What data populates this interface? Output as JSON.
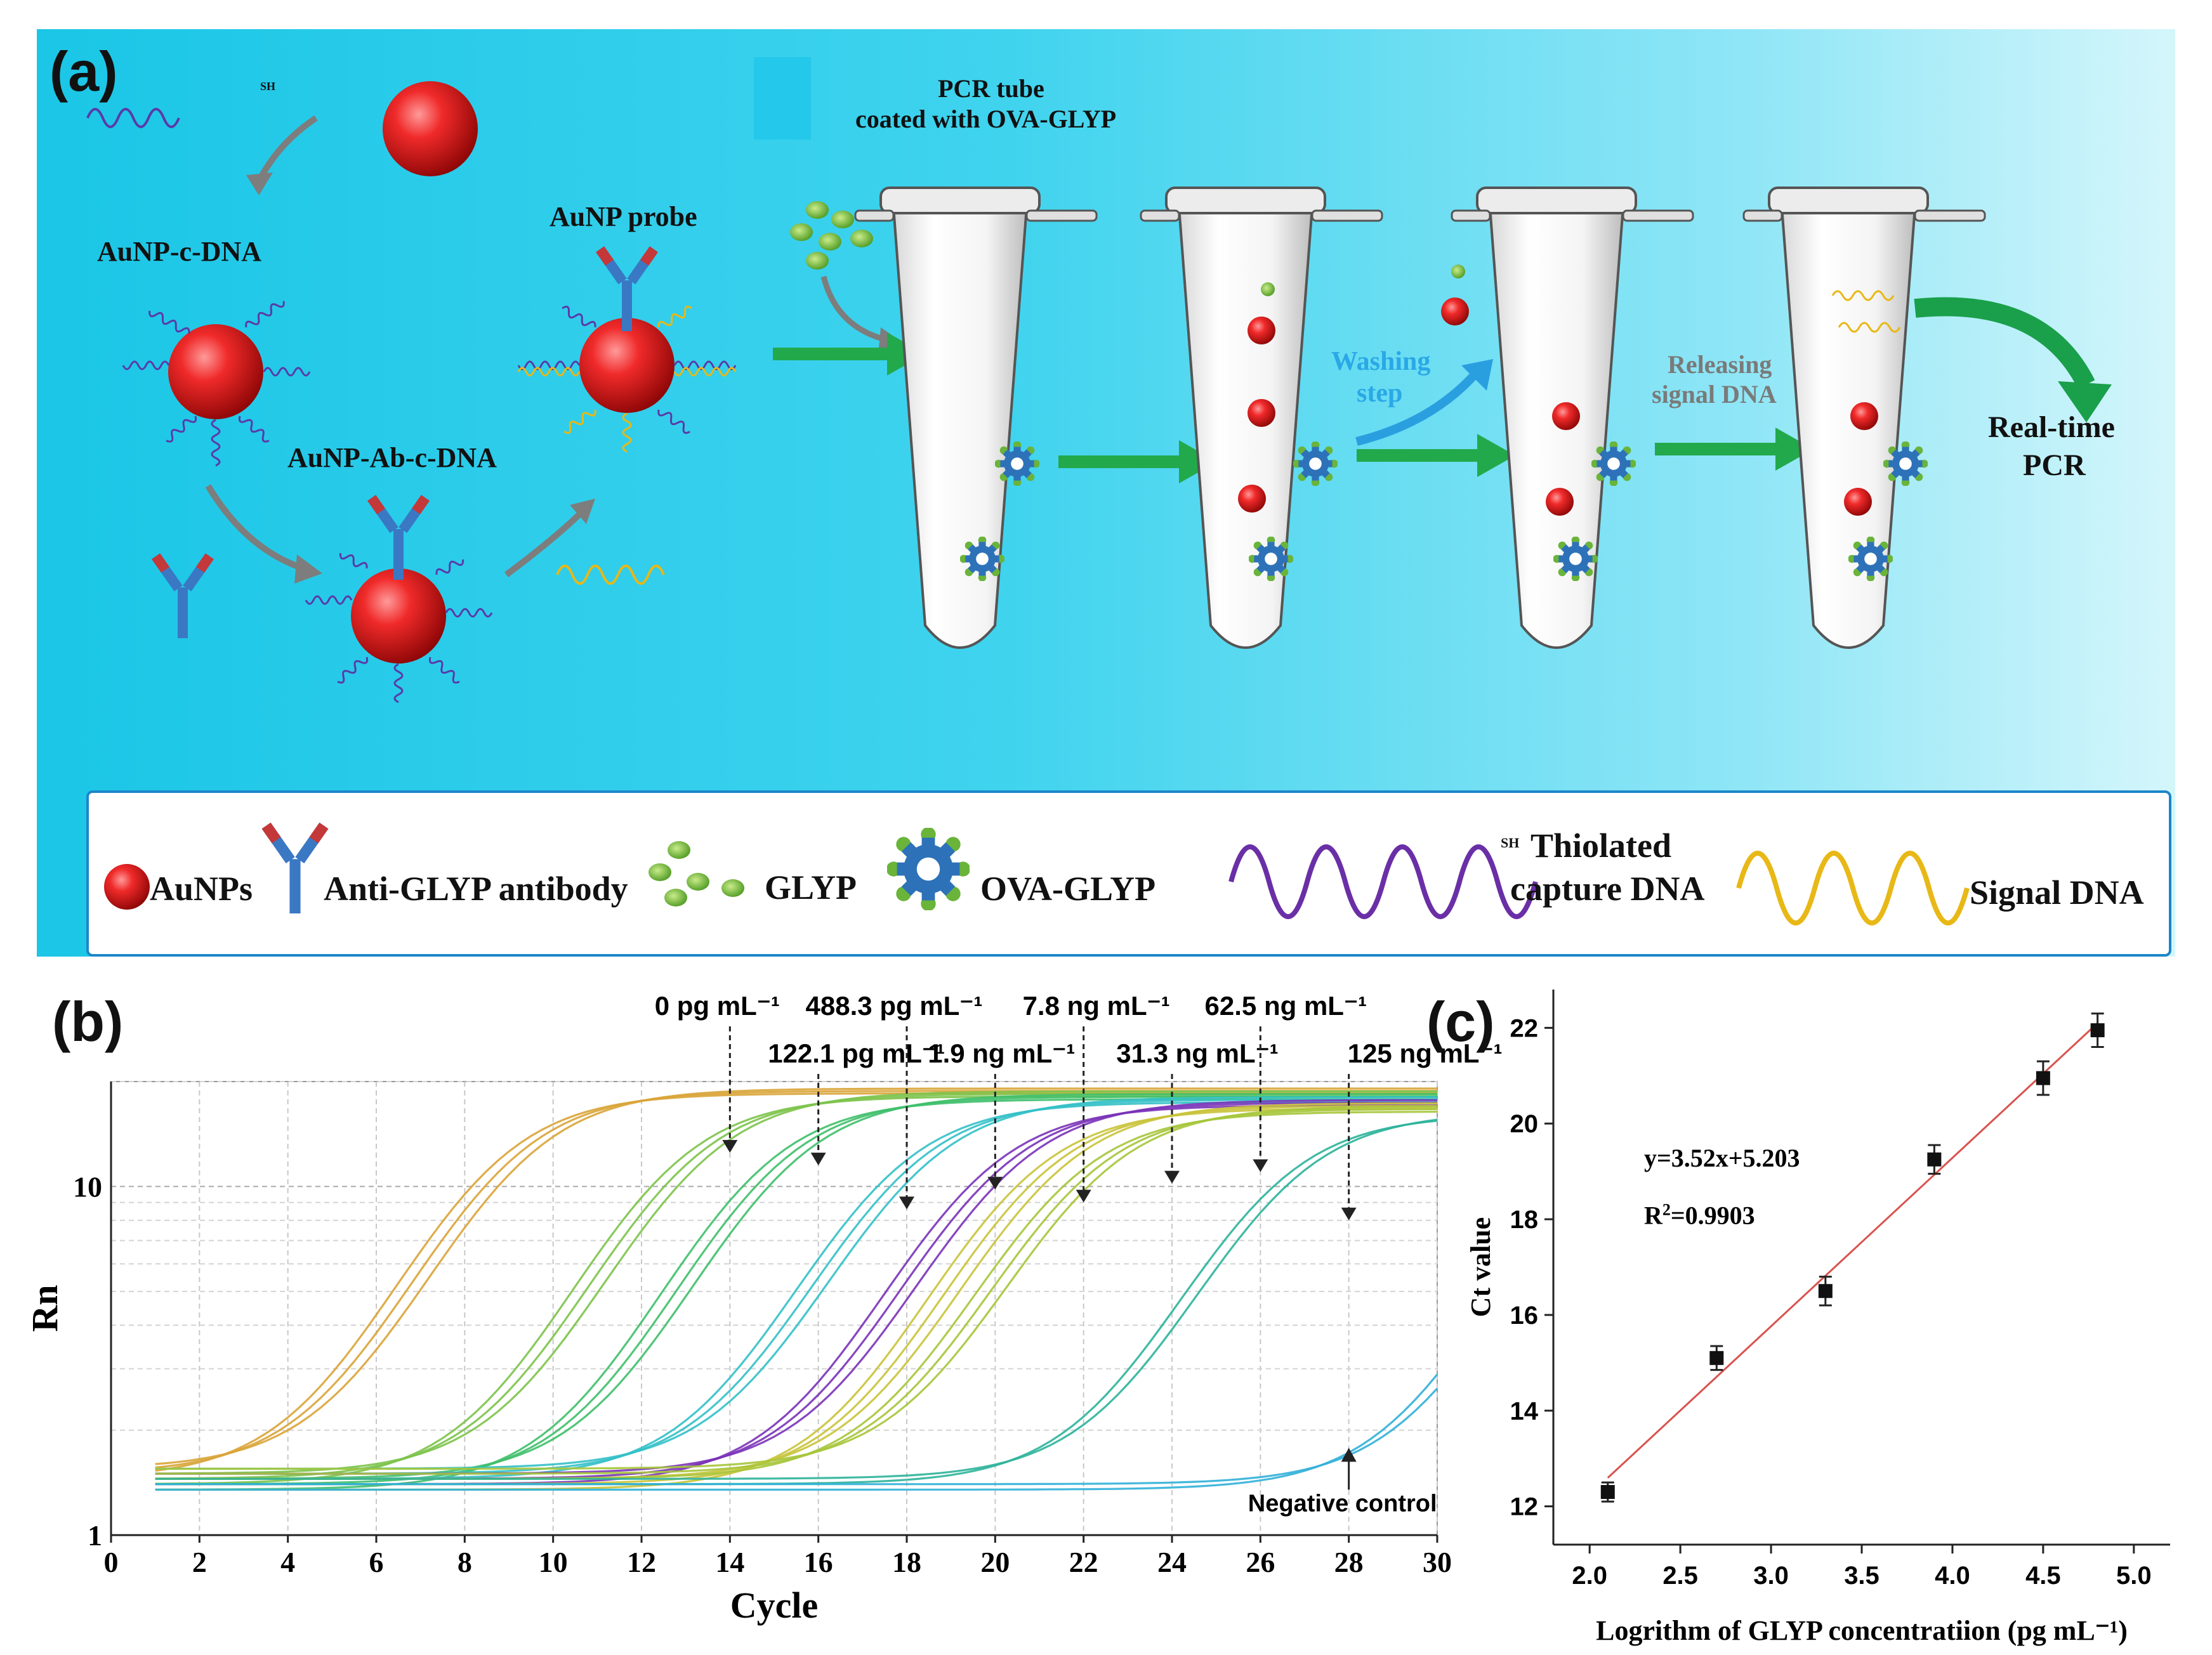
{
  "panel_a": {
    "letter": "(a)",
    "labels": {
      "pcr_tube": "PCR tube",
      "coated": "coated with OVA-GLYP",
      "sh": "SH",
      "aunp_c_dna": "AuNP-c-DNA",
      "aunp_probe": "AuNP probe",
      "aunp_ab_c_dna": "AuNP-Ab-c-DNA",
      "washing": "Washing",
      "step": "step",
      "releasing": "Releasing",
      "signal_dna_step": "signal DNA",
      "real_time": "Real-time",
      "pcr": "PCR"
    },
    "legend": {
      "aunps": "AuNPs",
      "antibody": "Anti-GLYP antibody",
      "glyp": "GLYP",
      "ova_glyp": "OVA-GLYP",
      "sh": "SH",
      "thiolated": "Thiolated",
      "capture_dna": "capture DNA",
      "signal_dna": "Signal DNA"
    },
    "colors": {
      "background_left": "#1bc6e6",
      "background_right": "#d4f6fb",
      "gold": "#e0141a",
      "arrow_green": "#1fa84a",
      "thiol_dna": "#6a2fa6",
      "signal_dna": "#e8b816",
      "glyp": "#6ab43a",
      "ova": "#2d72b8"
    }
  },
  "panel_b": {
    "letter": "(b)",
    "chart_data": {
      "type": "line",
      "xlabel": "Cycle",
      "ylabel": "Rn",
      "xlim": [
        0,
        30
      ],
      "ylim": [
        1,
        20
      ],
      "yscale": "log",
      "xticks": [
        "0",
        "2",
        "4",
        "6",
        "8",
        "10",
        "12",
        "14",
        "16",
        "18",
        "20",
        "22",
        "24",
        "26",
        "28",
        "30"
      ],
      "yticks": [
        "1",
        "10"
      ],
      "grid": true,
      "series": [
        {
          "color": "#d9a437",
          "threshold_cycle": 8.5,
          "count": 3
        },
        {
          "color": "#7cc34a",
          "threshold_cycle": 12.5,
          "count": 3
        },
        {
          "color": "#3fbf6a",
          "threshold_cycle": 14.5,
          "count": 3
        },
        {
          "color": "#33c0c8",
          "threshold_cycle": 17.5,
          "count": 3
        },
        {
          "color": "#7a32b8",
          "threshold_cycle": 19.5,
          "count": 3
        },
        {
          "color": "#c9c33a",
          "threshold_cycle": 20.5,
          "count": 3
        },
        {
          "color": "#a6c53a",
          "threshold_cycle": 21.5,
          "count": 3
        },
        {
          "color": "#2cb39a",
          "threshold_cycle": 26.0,
          "count": 2
        },
        {
          "color": "#31b0d8",
          "threshold_cycle": 33.0,
          "count": 2
        }
      ],
      "annotations": [
        {
          "text": "0 pg mL⁻¹",
          "x": 14
        },
        {
          "text": "122.1 pg mL⁻¹",
          "x": 16
        },
        {
          "text": "488.3 pg mL⁻¹",
          "x": 18
        },
        {
          "text": "1.9 ng mL⁻¹",
          "x": 20
        },
        {
          "text": "7.8 ng mL⁻¹",
          "x": 22
        },
        {
          "text": "31.3 ng mL⁻¹",
          "x": 24
        },
        {
          "text": "62.5 ng mL⁻¹",
          "x": 26
        },
        {
          "text": "125 ng mL⁻¹",
          "x": 28
        },
        {
          "text": "Negative control",
          "x": 28
        }
      ]
    }
  },
  "panel_c": {
    "letter": "(c)",
    "chart_data": {
      "type": "scatter",
      "xlabel": "Logrithm of GLYP concentratiion (pg mL⁻¹)",
      "ylabel": "Ct value",
      "xlim": [
        1.8,
        5.2
      ],
      "ylim": [
        11.2,
        22.8
      ],
      "xticks": [
        "2.0",
        "2.5",
        "3.0",
        "3.5",
        "4.0",
        "4.5",
        "5.0"
      ],
      "yticks": [
        "12",
        "14",
        "16",
        "18",
        "20",
        "22"
      ],
      "points": [
        {
          "x": 2.1,
          "y": 12.3,
          "err": 0.2
        },
        {
          "x": 2.7,
          "y": 15.1,
          "err": 0.25
        },
        {
          "x": 3.3,
          "y": 16.5,
          "err": 0.3
        },
        {
          "x": 3.9,
          "y": 19.25,
          "err": 0.3
        },
        {
          "x": 4.5,
          "y": 20.95,
          "err": 0.35
        },
        {
          "x": 4.8,
          "y": 21.95,
          "err": 0.35
        }
      ],
      "fit": {
        "slope": 3.52,
        "intercept": 5.203,
        "x_range": [
          2.1,
          4.8
        ]
      },
      "equation": "y=3.52x+5.203",
      "r2_prefix": "R",
      "r2_sup": "2",
      "r2_value": "=0.9903",
      "colors": {
        "point": "#111111",
        "fit": "#d9534f"
      }
    }
  }
}
